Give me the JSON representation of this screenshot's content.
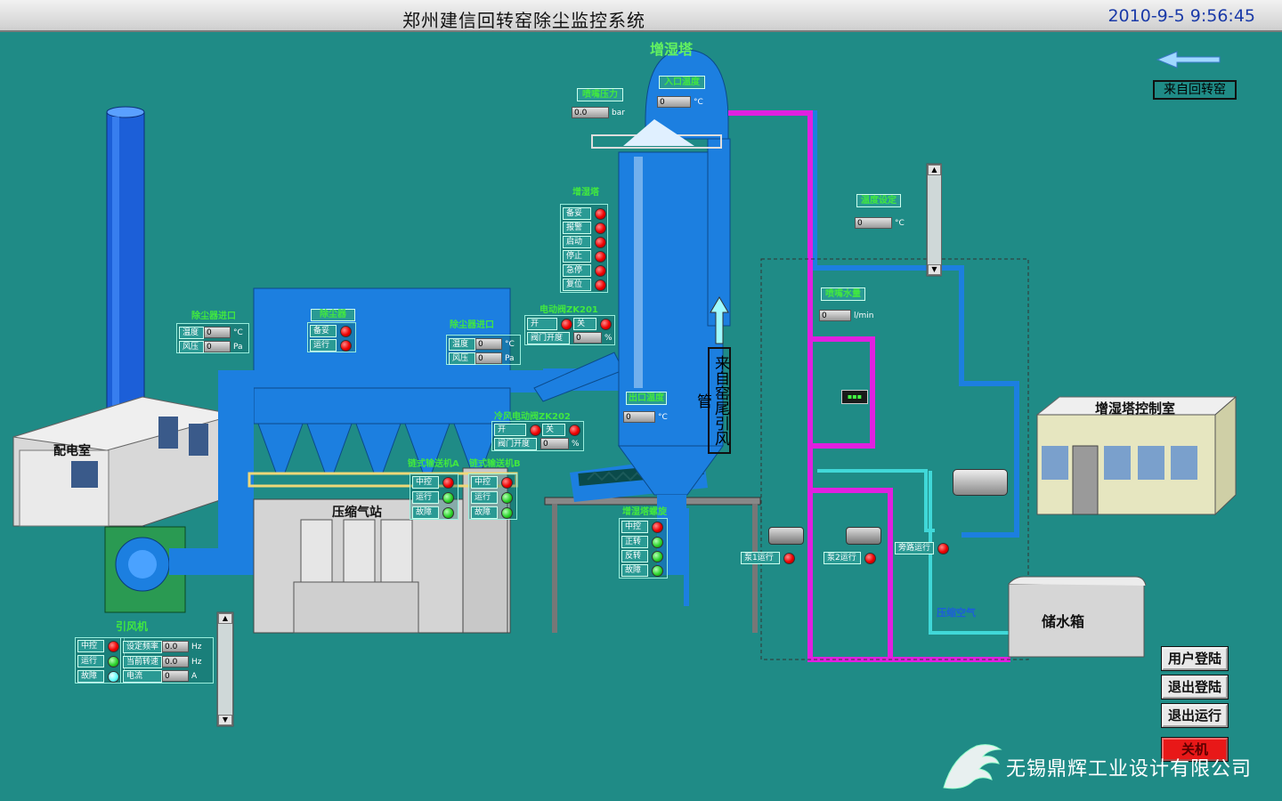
{
  "window": {
    "title": "郑州建信回转窑除尘监控系统",
    "clock": "2010-9-5 9:56:45"
  },
  "colors": {
    "background": "#1f8b86",
    "pipe_blue": "#1c7fe0",
    "pipe_magenta": "#e020e0",
    "pipe_cyan": "#40d8d8"
  },
  "labels": {
    "tower": "增湿塔",
    "from_kiln": "来自回转窑",
    "from_kiln_tail": "来自窑尾引风管",
    "distribution_room": "配电室",
    "compressor_station": "压缩气站",
    "fan": "引风机",
    "control_room": "增湿塔控制室",
    "water_tank": "储水箱",
    "compressed_air": "压缩空气",
    "company": "无锡鼎辉工业设计有限公司"
  },
  "spray_pressure": {
    "label": "喷嘴压力",
    "value": "0.0",
    "unit": "bar"
  },
  "inlet_temp": {
    "label": "入口温度",
    "value": "0",
    "unit": "°C"
  },
  "outlet_temp": {
    "label": "出口温度",
    "value": "0",
    "unit": "°C"
  },
  "temp_setting": {
    "label": "温度设定",
    "value": "0",
    "unit": "°C"
  },
  "water_flow": {
    "label": "喷嘴水量",
    "value": "0",
    "unit": "l/min"
  },
  "tower_status": {
    "title": "增湿塔",
    "items": [
      {
        "label": "备妥",
        "state": "red"
      },
      {
        "label": "报警",
        "state": "red"
      },
      {
        "label": "启动",
        "state": "red"
      },
      {
        "label": "停止",
        "state": "red"
      },
      {
        "label": "急停",
        "state": "red"
      },
      {
        "label": "复位",
        "state": "red"
      }
    ]
  },
  "valve_zk201": {
    "title": "电动阀ZK201",
    "open": "开",
    "close": "关",
    "position_label": "阀门开度",
    "position_value": "0",
    "unit": "%"
  },
  "valve_zk202": {
    "title": "冷风电动阀ZK202",
    "open": "开",
    "close": "关",
    "position_label": "阀门开度",
    "position_value": "0",
    "unit": "%"
  },
  "dust_inlet": {
    "title": "除尘器进口",
    "temp_label": "温度",
    "temp_value": "0",
    "temp_unit": "°C",
    "press_label": "风压",
    "press_value": "0",
    "press_unit": "Pa"
  },
  "dust_outlet": {
    "title": "除尘器进口",
    "temp_label": "温度",
    "temp_value": "0",
    "temp_unit": "°C",
    "press_label": "风压",
    "press_value": "0",
    "press_unit": "Pa"
  },
  "dust_collector": {
    "title": "除尘器",
    "items": [
      {
        "label": "备妥",
        "state": "red"
      },
      {
        "label": "运行",
        "state": "red"
      }
    ]
  },
  "conveyor_a": {
    "title": "链式输送机A",
    "items": [
      {
        "label": "中控",
        "state": "red"
      },
      {
        "label": "运行",
        "state": "green"
      },
      {
        "label": "故障",
        "state": "green"
      }
    ]
  },
  "conveyor_b": {
    "title": "链式输送机B",
    "items": [
      {
        "label": "中控",
        "state": "red"
      },
      {
        "label": "运行",
        "state": "green"
      },
      {
        "label": "故障",
        "state": "green"
      }
    ]
  },
  "tower_screw": {
    "title": "增湿塔螺旋",
    "items": [
      {
        "label": "中控",
        "state": "red"
      },
      {
        "label": "正转",
        "state": "green"
      },
      {
        "label": "反转",
        "state": "green"
      },
      {
        "label": "故障",
        "state": "green"
      }
    ]
  },
  "fan_panel": {
    "items": [
      {
        "label": "中控",
        "state": "red"
      },
      {
        "label": "运行",
        "state": "green"
      },
      {
        "label": "故障",
        "state": "cyan"
      }
    ],
    "readings": [
      {
        "label": "设定频率",
        "value": "0.0",
        "unit": "Hz"
      },
      {
        "label": "当前转速",
        "value": "0.0",
        "unit": "Hz"
      },
      {
        "label": "电流",
        "value": "0",
        "unit": "A"
      }
    ]
  },
  "pumps": [
    {
      "label": "泵1运行",
      "state": "red"
    },
    {
      "label": "泵2运行",
      "state": "red"
    },
    {
      "label": "旁路运行",
      "state": "red"
    }
  ],
  "buttons": {
    "login": "用户登陆",
    "logout": "退出登陆",
    "exit": "退出运行",
    "shutdown": "关机"
  }
}
